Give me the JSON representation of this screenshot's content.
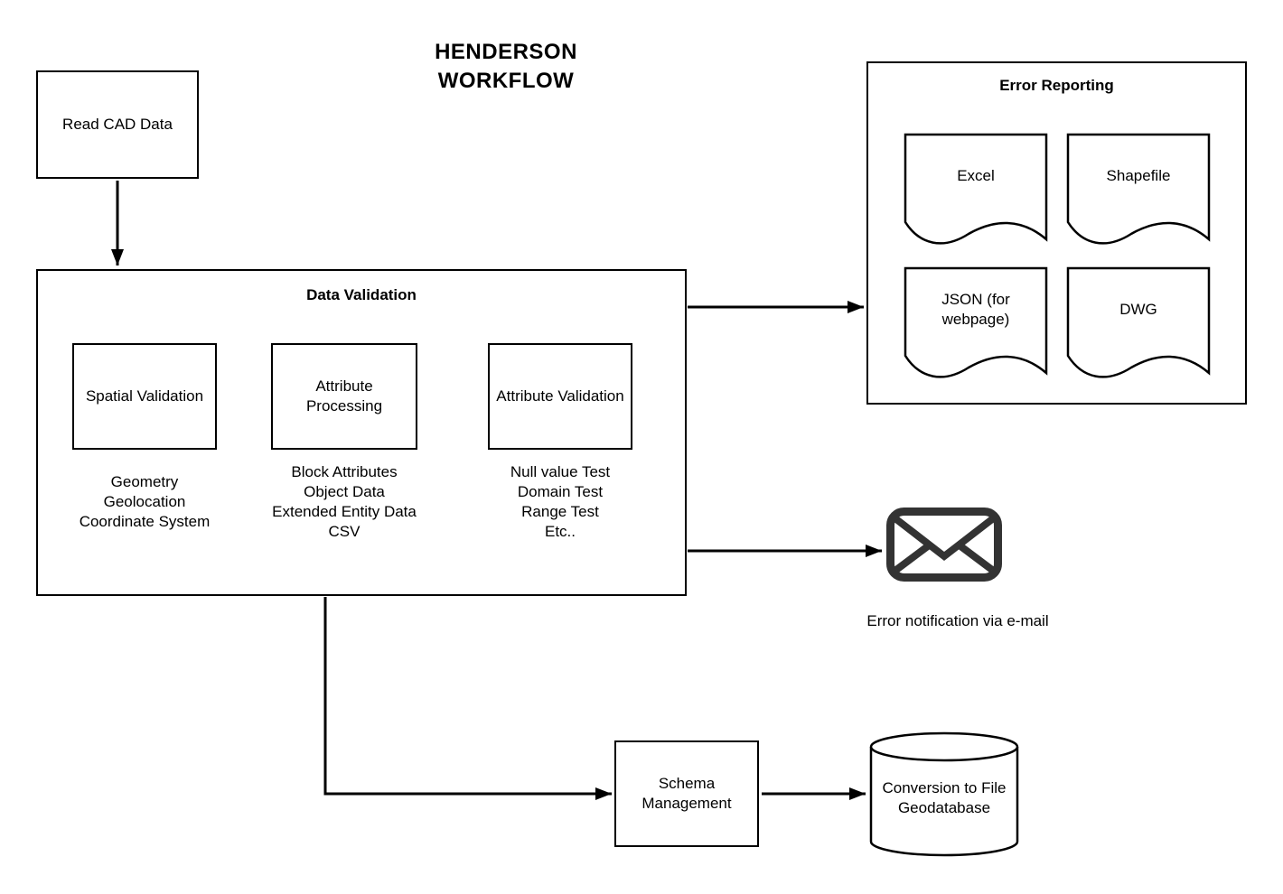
{
  "title": {
    "line1": "HENDERSON",
    "line2": "WORKFLOW"
  },
  "read_cad": {
    "label": "Read CAD Data"
  },
  "data_validation": {
    "title": "Data Validation",
    "spatial_validation": {
      "label": "Spatial Validation",
      "details": [
        "Geometry",
        "Geolocation",
        "Coordinate System"
      ]
    },
    "attribute_processing": {
      "label": "Attribute Processing",
      "details": [
        "Block Attributes",
        "Object Data",
        "Extended Entity Data",
        "CSV"
      ]
    },
    "attribute_validation": {
      "label": "Attribute Validation",
      "details": [
        "Null value Test",
        "Domain Test",
        "Range Test",
        "Etc.."
      ]
    }
  },
  "error_reporting": {
    "title": "Error Reporting",
    "documents": [
      "Excel",
      "Shapefile",
      "JSON (for webpage)",
      "DWG"
    ]
  },
  "email": {
    "icon": "envelope-icon",
    "caption": "Error notification via e-mail"
  },
  "schema_management": {
    "label": "Schema Management"
  },
  "geodatabase": {
    "label": "Conversion to File Geodatabase"
  },
  "colors": {
    "background": "#ffffff",
    "stroke": "#000000",
    "text": "#000000",
    "envelope_icon": "#333333"
  }
}
